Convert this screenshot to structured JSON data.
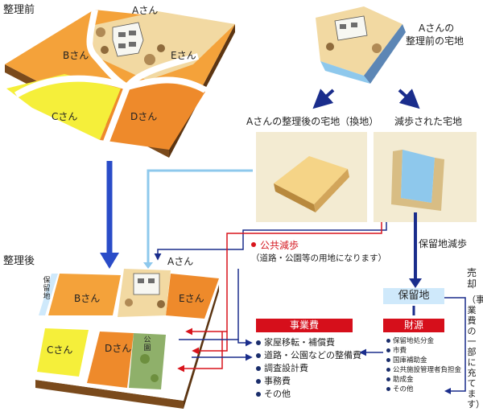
{
  "before": {
    "title": "整理前",
    "lot_a": "Aさん",
    "lot_b": "Bさん",
    "lot_c": "Cさん",
    "lot_d": "Dさん",
    "lot_e": "Eさん"
  },
  "after": {
    "title": "整理後",
    "lot_a": "Aさん",
    "lot_b": "Bさん",
    "lot_c": "Cさん",
    "lot_d": "Dさん",
    "lot_e": "Eさん",
    "reserve_label": "保留地",
    "park_label": "公園"
  },
  "a_original": {
    "line1": "Aさんの",
    "line2": "整理前の宅地"
  },
  "a_replot_label": "Aさんの整理後の宅地（換地）",
  "reduced_label": "減歩された宅地",
  "public_reduction": {
    "title": "公共減歩",
    "sub": "（道路・公園等の用地になります）"
  },
  "reserve_reduction": "保留地減歩",
  "reserve_land_box": "保留地",
  "sale_label": "売却",
  "sale_note": "（事業費の一部に充てます）",
  "expenses": {
    "header": "事業費",
    "items": [
      "家屋移転・補償費",
      "道路・公園などの整備費",
      "調査設計費",
      "事務費",
      "その他"
    ]
  },
  "funding": {
    "header": "財源",
    "items": [
      "保留地処分金",
      "市費",
      "国庫補助金",
      "公共施設管理者負担金",
      "助成金",
      "その他"
    ]
  },
  "colors": {
    "lot_orange": "#f4a23a",
    "lot_yellow": "#f5ef3a",
    "lot_dark_orange": "#ee8a2b",
    "road": "#ffffff",
    "reserve_blue": "#cfe9fb",
    "header_red": "#d60f1b",
    "arrow_navy": "#1a2d8c",
    "arrow_blue": "#2a4cc8",
    "line_lightblue": "#8ec8ec",
    "line_red": "#d8141c"
  }
}
